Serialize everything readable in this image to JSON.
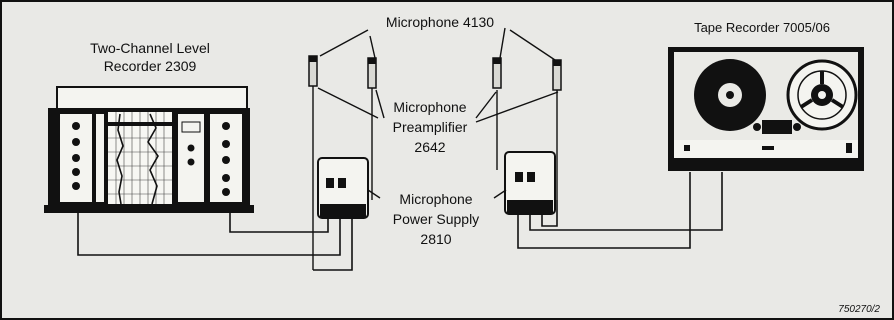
{
  "labels": {
    "level_recorder": [
      "Two-Channel Level",
      "Recorder 2309"
    ],
    "microphone": "Microphone 4130",
    "tape_recorder": "Tape Recorder 7005/06",
    "preamplifier": [
      "Microphone",
      "Preamplifier",
      "2642"
    ],
    "power_supply": [
      "Microphone",
      "Power Supply",
      "2810"
    ],
    "figure_ref": "750270/2"
  },
  "colors": {
    "background": "#e9e9e6",
    "ink": "#111111",
    "panel_light": "#f4f4f0",
    "device_gray": "#d9d9d4"
  }
}
